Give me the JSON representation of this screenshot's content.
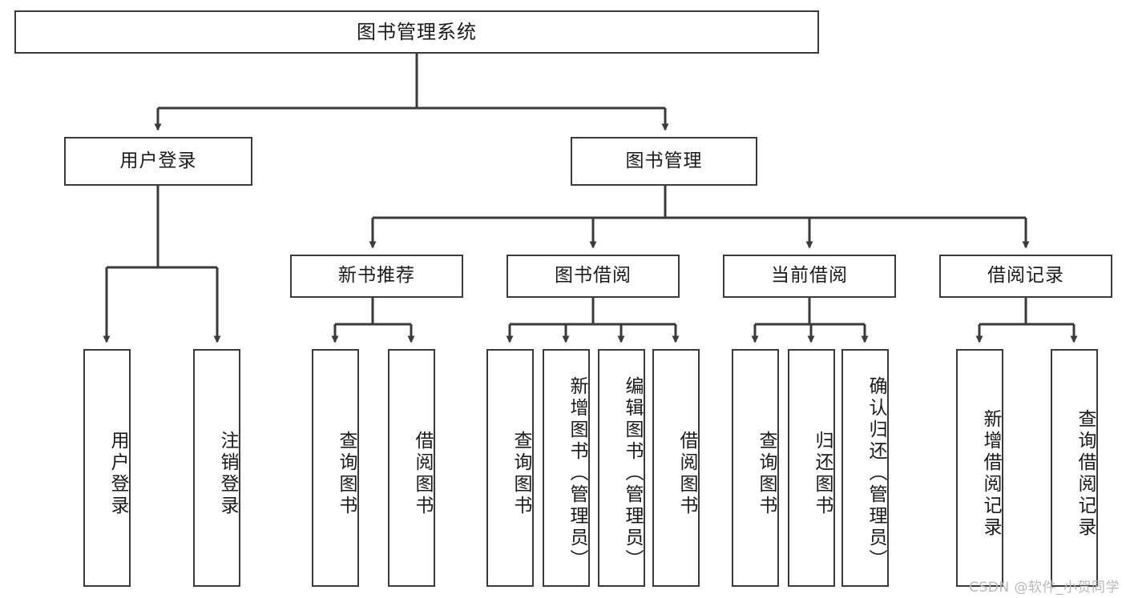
{
  "diagram": {
    "title": "图书管理系统",
    "type": "tree-hierarchy-diagram",
    "watermark": "CSDN @软件_小贺同学",
    "colors": {
      "box_border": "#3a3a3a",
      "box_fill": "#ffffff",
      "connector": "#3a3a3a",
      "text": "#1a1a1a",
      "watermark": "#b9b9b9",
      "background": "#ffffff"
    },
    "root": {
      "label": "图书管理系统"
    },
    "level2": [
      {
        "label": "用户登录"
      },
      {
        "label": "图书管理"
      }
    ],
    "level3": [
      {
        "label": "新书推荐"
      },
      {
        "label": "图书借阅"
      },
      {
        "label": "当前借阅"
      },
      {
        "label": "借阅记录"
      }
    ],
    "leaves": {
      "user_login": [
        {
          "label": "用户登录"
        },
        {
          "label": "注销登录"
        }
      ],
      "new_book_recommend": [
        {
          "label": "查询图书"
        },
        {
          "label": "借阅图书"
        }
      ],
      "book_borrow": [
        {
          "label": "查询图书"
        },
        {
          "label": "新增图书（管理员）"
        },
        {
          "label": "编辑图书（管理员）"
        },
        {
          "label": "借阅图书"
        }
      ],
      "current_borrow": [
        {
          "label": "查询图书"
        },
        {
          "label": "归还图书"
        },
        {
          "label": "确认归还（管理员）"
        }
      ],
      "borrow_record": [
        {
          "label": "新增借阅记录"
        },
        {
          "label": "查询借阅记录"
        }
      ]
    }
  }
}
